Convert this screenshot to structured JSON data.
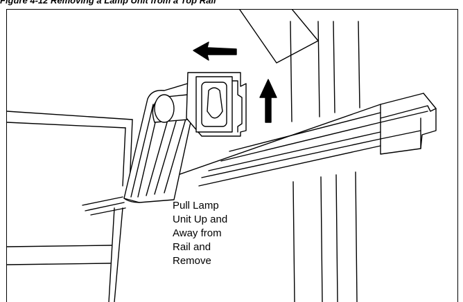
{
  "figure": {
    "caption": "Figure 4-12   Removing a Lamp Unit from a Top Rail"
  },
  "callout": {
    "lines": [
      "Pull Lamp",
      "Unit Up and",
      "Away from",
      "Rail and",
      "Remove"
    ]
  },
  "icons": {
    "arrow_left": "arrow-left-icon",
    "arrow_up": "arrow-up-icon"
  }
}
